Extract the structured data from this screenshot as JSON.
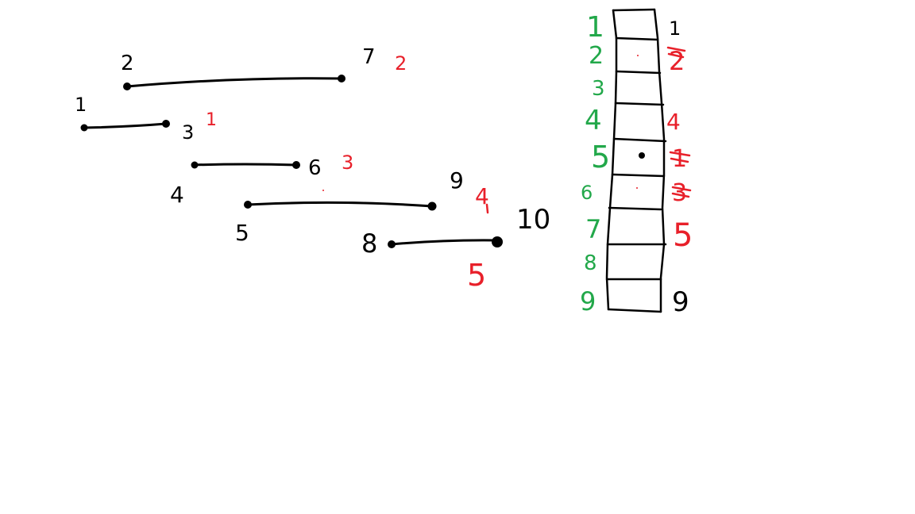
{
  "colors": {
    "ink": "#000000",
    "red": "#e8202a",
    "green": "#22a84a",
    "background": "#ffffff"
  },
  "segments": [
    {
      "start_label": "2",
      "end_label": "7",
      "red_label": "2"
    },
    {
      "start_label": "1",
      "end_label": "3",
      "red_label": "1"
    },
    {
      "start_label": "4",
      "end_label": "6",
      "red_label": "3"
    },
    {
      "start_label": "5",
      "end_label": "9",
      "red_label": "4"
    },
    {
      "start_label": "8",
      "end_label": "10",
      "red_label": "5"
    }
  ],
  "column": {
    "green_labels": [
      "1",
      "2",
      "3",
      "4",
      "5",
      "6",
      "7",
      "8",
      "9"
    ],
    "right_black_labels": {
      "top": "1",
      "bottom": "9"
    },
    "right_red_labels": [
      "2",
      "4",
      "1",
      "3",
      "5"
    ]
  }
}
